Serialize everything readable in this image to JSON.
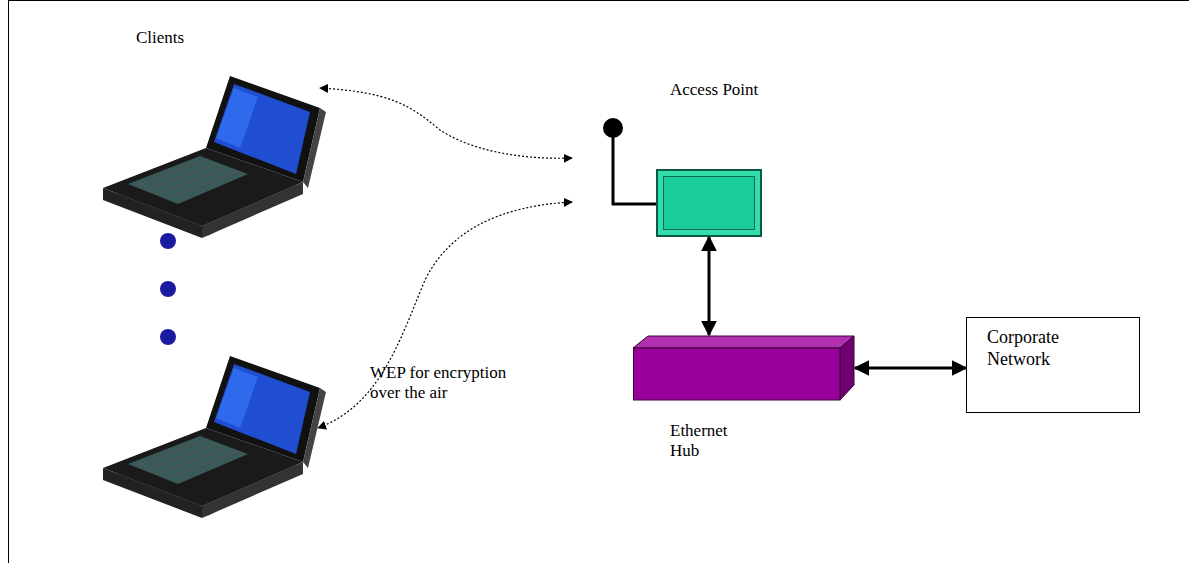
{
  "diagram": {
    "nodes": [
      {
        "text": [
          "Access Point"
        ]
      },
      {
        "text": [
          "Ethernet Hub"
        ]
      },
      {
        "text": [
          "Corporate Network"
        ]
      }
    ],
    "edges": [
      {
        "from": 0,
        "to": 1,
        "arrow": "both"
      },
      {
        "from": 1,
        "to": 2,
        "arrow": "both"
      }
    ],
    "labels": [
      "Clients",
      "WEP for encryption over the air"
    ]
  }
}
